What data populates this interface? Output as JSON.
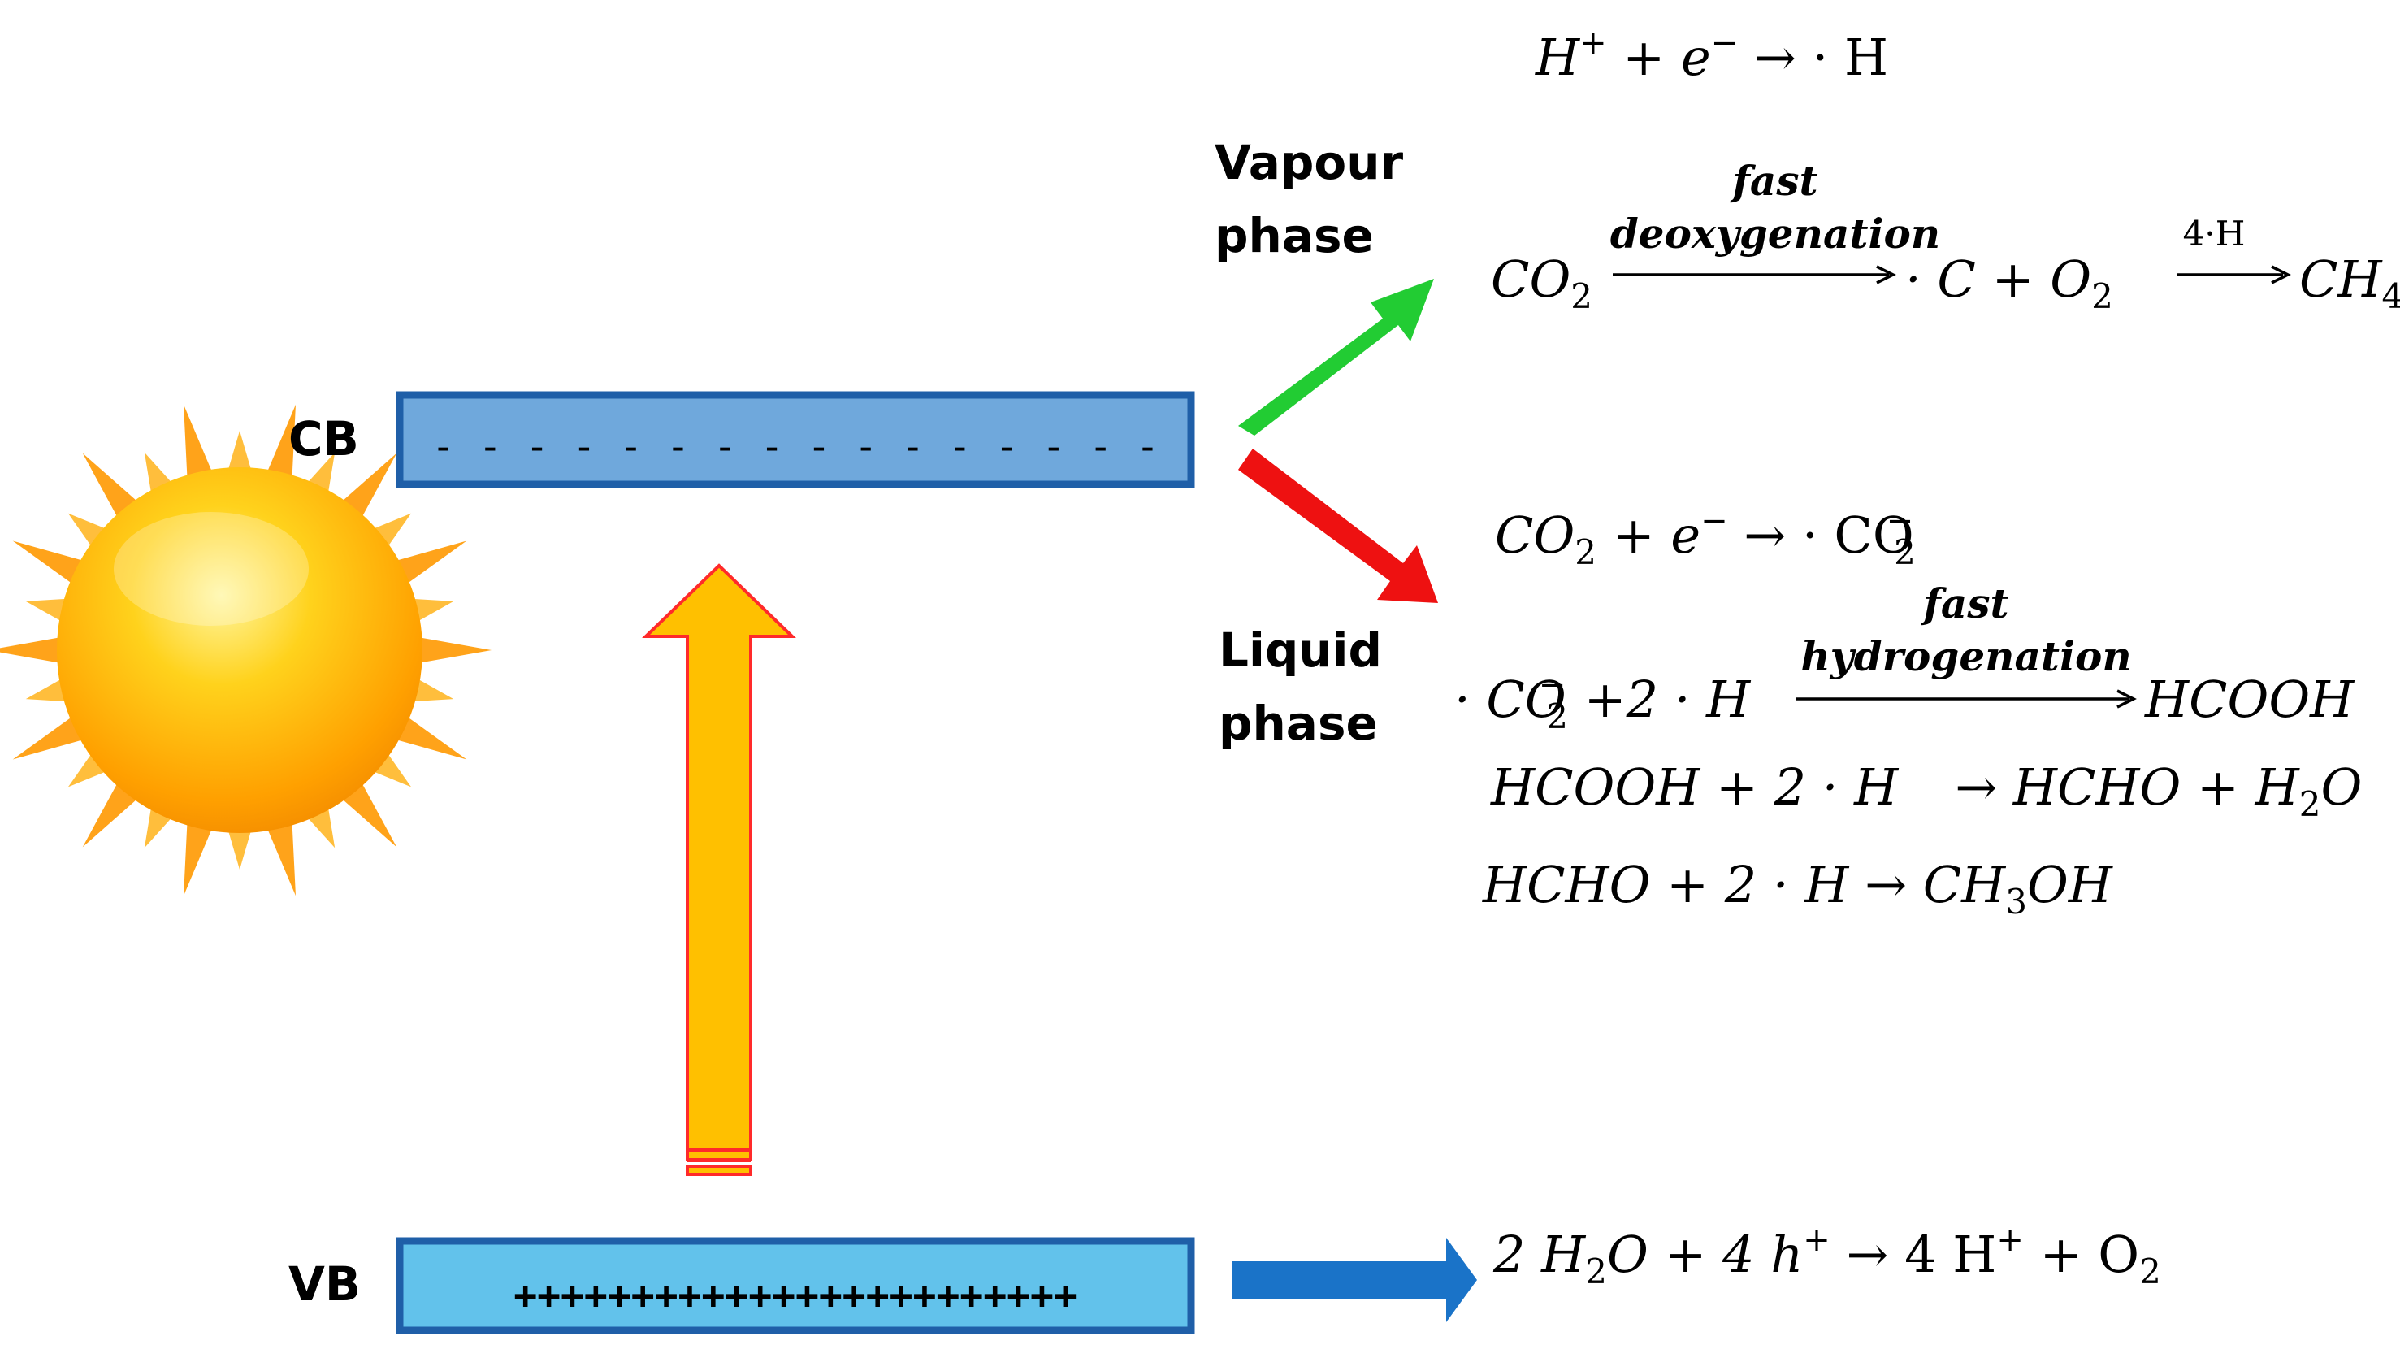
{
  "bands": {
    "cb_label": "CB",
    "vb_label": "VB",
    "cb_marks": "- - - - - - - - - - - - - - - -",
    "vb_marks": "++++++++++++++++++++++++"
  },
  "phases": {
    "vapour_line1": "Vapour",
    "vapour_line2": "phase",
    "liquid_line1": "Liquid",
    "liquid_line2": "phase"
  },
  "reactions": {
    "h_formation": {
      "lhs": "H",
      "plus": " + e",
      "arrow": " → · H"
    },
    "vapour": {
      "reactant": "CO",
      "over1": "fast",
      "over2": "deoxygenation",
      "mid": "· C + O",
      "over3": "4·H",
      "product": "CH"
    },
    "co2_reduction": {
      "lhs": "CO",
      "mid": " + e",
      "rhs": " → · CO"
    },
    "hydrogenation": {
      "lhs": "· CO",
      "mid": " +2 · H",
      "over1": "fast",
      "over2": "hydrogenation",
      "product": "HCOOH"
    },
    "formic": {
      "lhs": "HCOOH + 2 · H",
      "rhs": "→ HCHO +  H",
      "tail": "O"
    },
    "formaldehyde": {
      "lhs": "HCHO + 2 · H → CH",
      "tail": "OH"
    },
    "water_oxidation": {
      "lhs": "2 H",
      "mid": "O + 4 h",
      "rhs": " → 4 H",
      "plus": " + O"
    }
  },
  "colors": {
    "cb_fill": "#6FA8DC",
    "vb_fill": "#62C2EB",
    "band_border": "#1F5FA8",
    "vapour_arrow": "#22CC33",
    "liquid_arrow": "#EE1111",
    "excitation_arrow": "#FFC000",
    "excitation_border": "#FF2A2A",
    "oxidation_arrow": "#1A73C8"
  },
  "icons": {
    "sun": "sun-icon"
  }
}
